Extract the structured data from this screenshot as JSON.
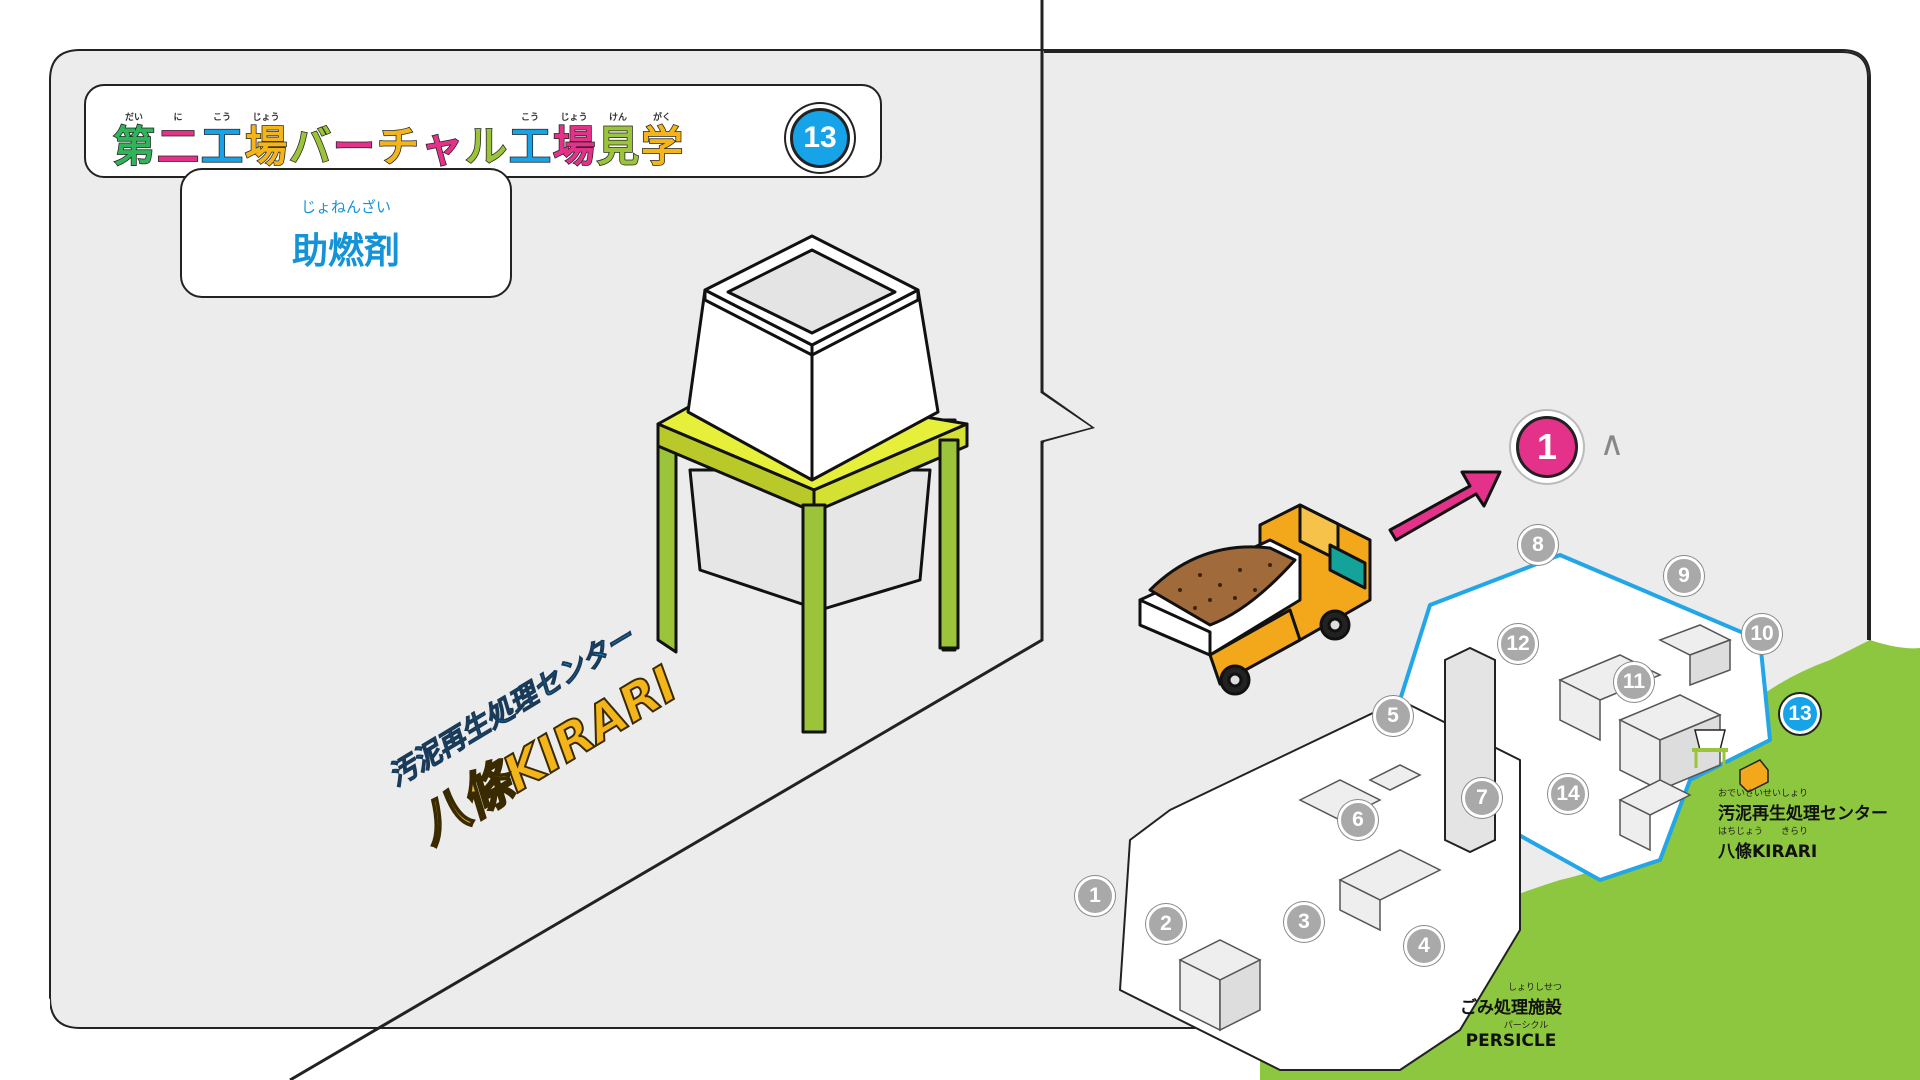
{
  "title": {
    "chars": [
      {
        "ruby": "だい",
        "char": "第",
        "color": "#2fb45a"
      },
      {
        "ruby": "に",
        "char": "二",
        "color": "#e4318a"
      },
      {
        "ruby": "こう",
        "char": "工",
        "color": "#17a3e8"
      },
      {
        "ruby": "じょう",
        "char": "場",
        "color": "#f3b51a"
      },
      {
        "ruby": "",
        "char": "バ",
        "color": "#9bc43a"
      },
      {
        "ruby": "",
        "char": "ー",
        "color": "#e4318a"
      },
      {
        "ruby": "",
        "char": "チ",
        "color": "#f3b51a"
      },
      {
        "ruby": "",
        "char": "ャ",
        "color": "#e4318a"
      },
      {
        "ruby": "",
        "char": "ル",
        "color": "#9bc43a"
      },
      {
        "ruby": "こう",
        "char": "工",
        "color": "#17a3e8"
      },
      {
        "ruby": "じょう",
        "char": "場",
        "color": "#e4318a"
      },
      {
        "ruby": "けん",
        "char": "見",
        "color": "#9bc43a"
      },
      {
        "ruby": "がく",
        "char": "学",
        "color": "#f3b51a"
      }
    ],
    "step_number": "13"
  },
  "subtitle": {
    "ruby": "じょねんざい",
    "text": "助燃剤"
  },
  "wall_sign": {
    "line1": "汚泥再生処理センター",
    "line2": "八條KIRARI"
  },
  "next_target": {
    "number": "1",
    "chevron": "∧"
  },
  "map": {
    "nodes": [
      "1",
      "2",
      "3",
      "4",
      "5",
      "6",
      "7",
      "8",
      "9",
      "10",
      "11",
      "12",
      "13",
      "14"
    ],
    "active_node": "13",
    "facility_a": {
      "ruby": "おでいさいせいしょり",
      "name": "汚泥再生処理センター",
      "ruby2": "はちじょう　　きらり",
      "name2": "八條KIRARI"
    },
    "facility_b": {
      "ruby": "しょりしせつ",
      "name": "ごみ処理施設",
      "ruby2": "パーシクル",
      "name2": "PERSICLE"
    }
  },
  "colors": {
    "accent_blue": "#17a3e8",
    "accent_pink": "#e4318a",
    "accent_yellow": "#f3b51a",
    "accent_green": "#9bc43a",
    "wall": "#ededed",
    "grass": "#8dc63f"
  },
  "icons": {
    "truck": "dump-truck-icon",
    "hopper": "silo-hopper-icon",
    "arrow": "arrow-up-right-icon"
  }
}
